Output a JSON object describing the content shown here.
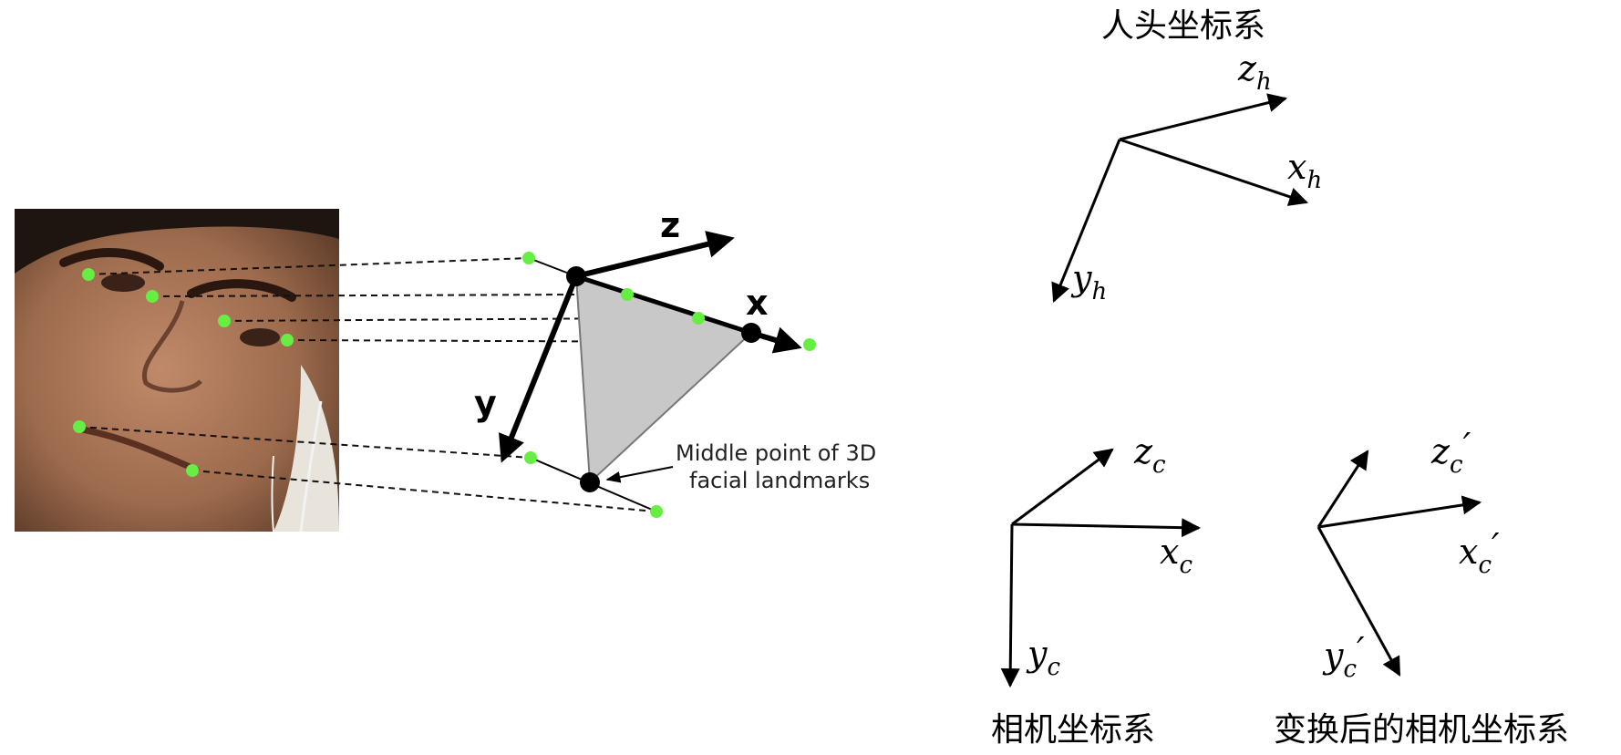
{
  "face_panel": {
    "landmark_color": "#66ee44",
    "axis_labels": {
      "z": "z",
      "x": "x",
      "y": "y"
    },
    "annotation_line1": "Middle point of 3D",
    "annotation_line2": "facial landmarks"
  },
  "head_frame": {
    "title": "人头坐标系",
    "z": {
      "base": "z",
      "sub": "h"
    },
    "x": {
      "base": "x",
      "sub": "h"
    },
    "y": {
      "base": "y",
      "sub": "h"
    }
  },
  "camera_frame": {
    "title": "相机坐标系",
    "z": {
      "base": "z",
      "sub": "c"
    },
    "x": {
      "base": "x",
      "sub": "c"
    },
    "y": {
      "base": "y",
      "sub": "c"
    }
  },
  "transformed_frame": {
    "title": "变换后的相机坐标系",
    "z": {
      "base": "z",
      "sub": "c",
      "prime": "′"
    },
    "x": {
      "base": "x",
      "sub": "c",
      "prime": "′"
    },
    "y": {
      "base": "y",
      "sub": "c",
      "prime": "′"
    }
  }
}
